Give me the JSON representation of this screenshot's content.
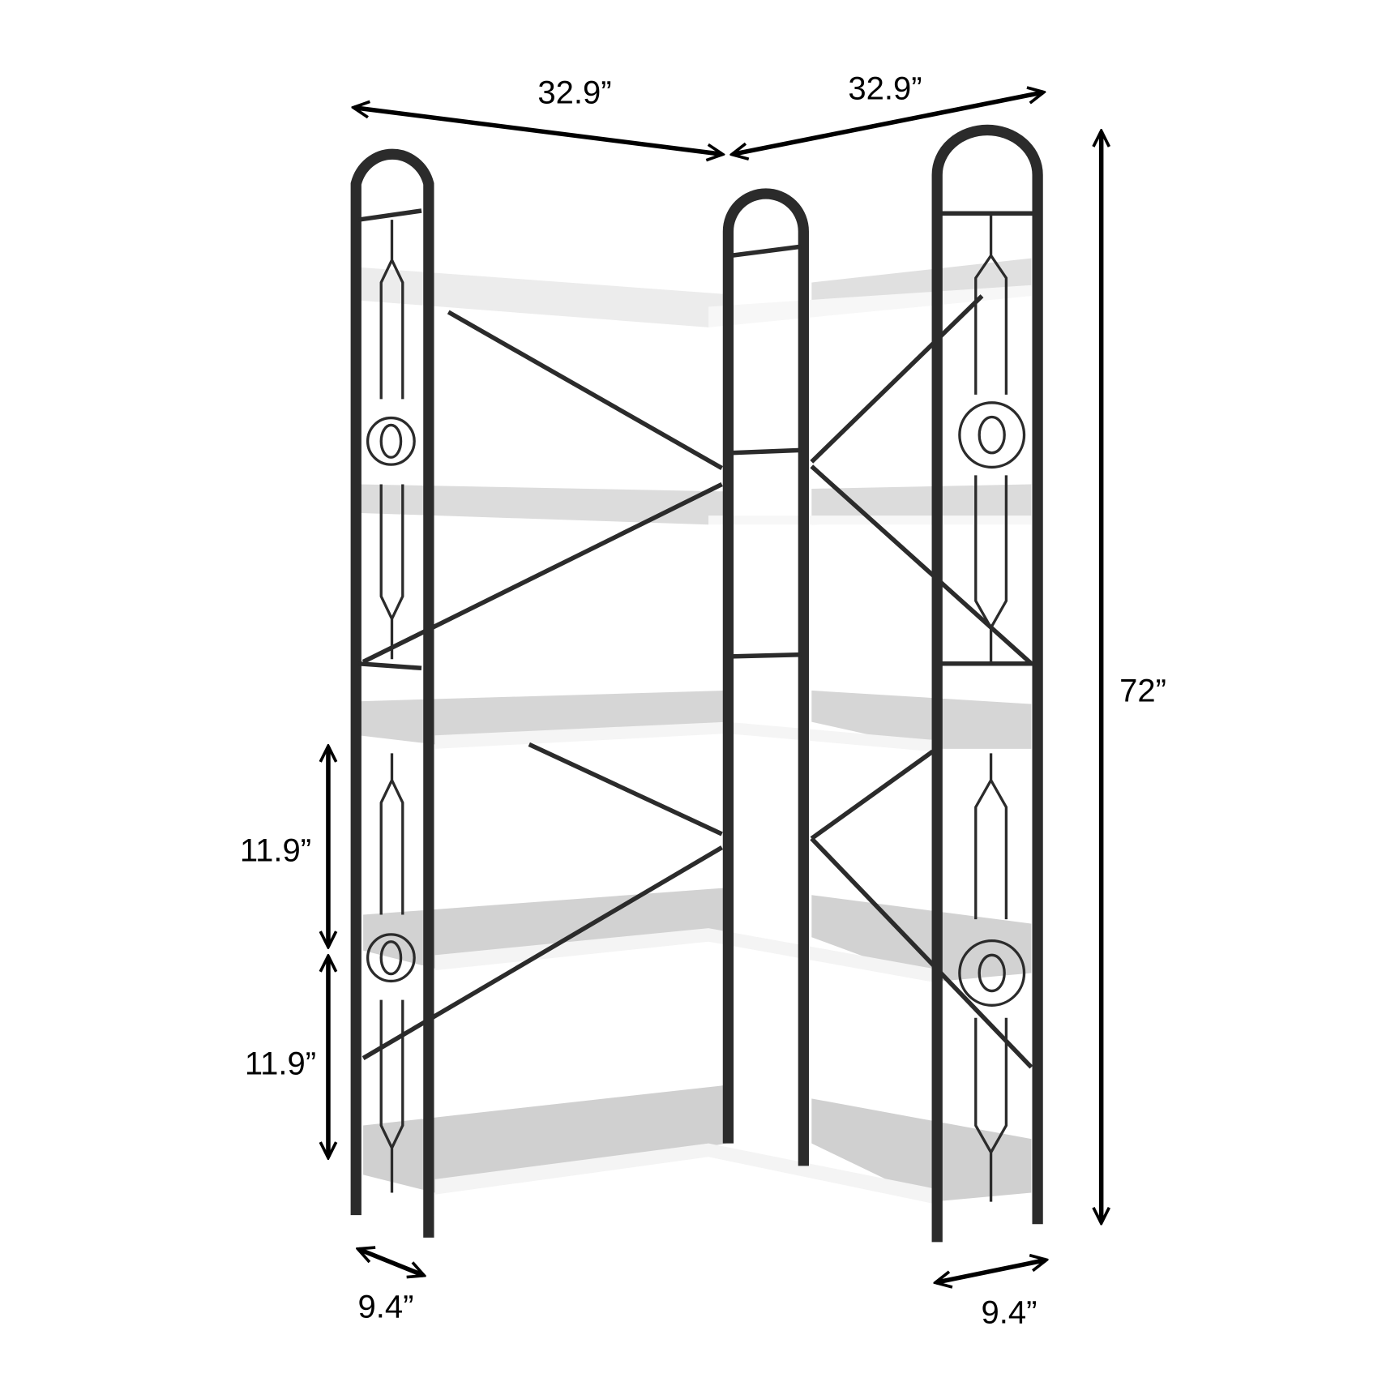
{
  "diagram": {
    "subject": "L-shaped 5-tier corner bookshelf with arched metal frame and white shelves",
    "colors": {
      "frame": "#2b2b2b",
      "shelf": "#f2f2f2",
      "shelf_back": "#d9d9d9",
      "arrow": "#000000",
      "background": "#ffffff"
    },
    "dimensions": {
      "left_width": "32.9”",
      "right_width": "32.9”",
      "height": "72”",
      "shelf_gap_upper": "11.9”",
      "shelf_gap_lower": "11.9”",
      "left_depth": "9.4”",
      "right_depth": "9.4”"
    },
    "tiers": 5
  }
}
